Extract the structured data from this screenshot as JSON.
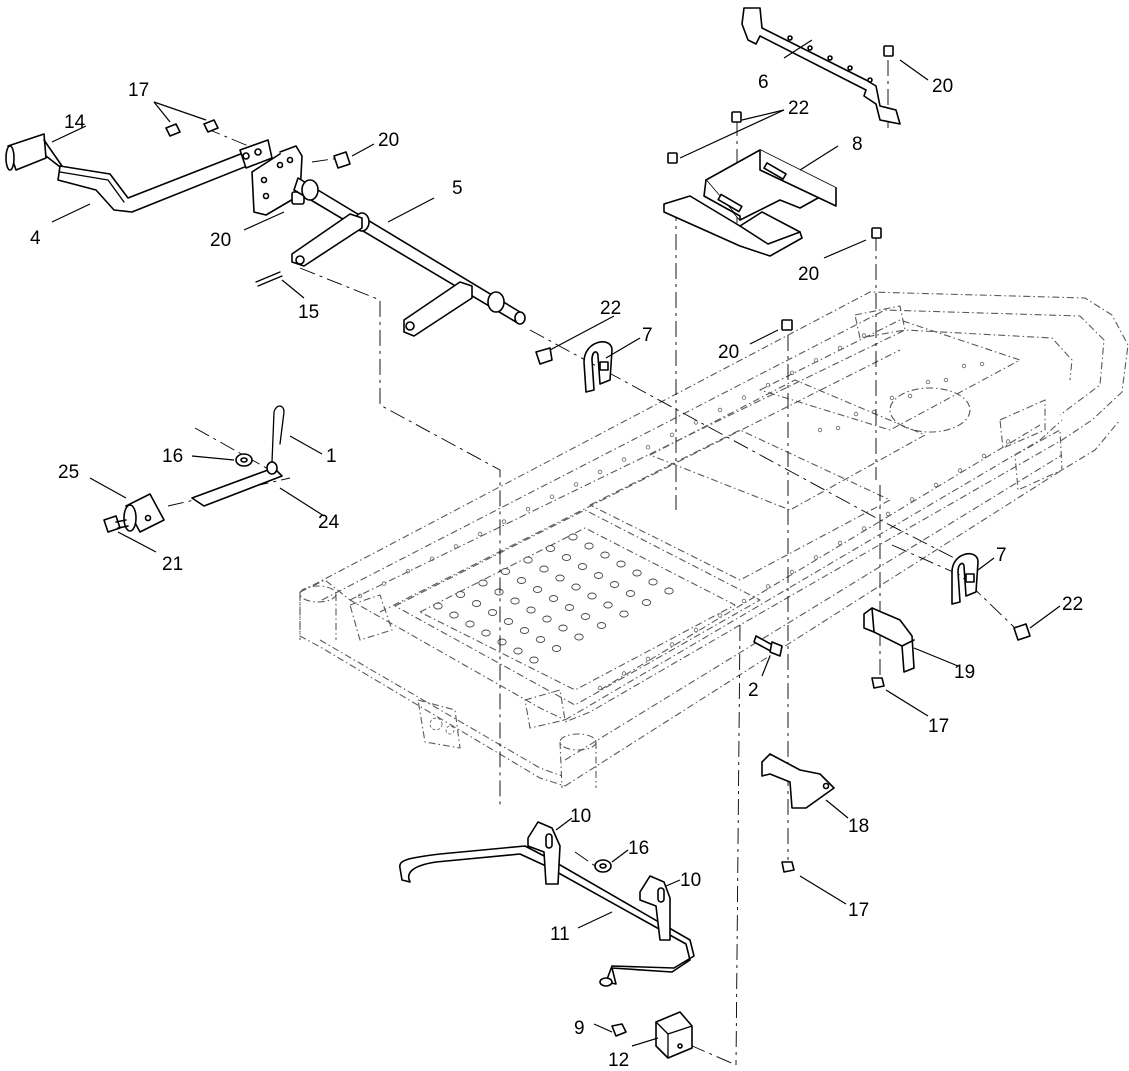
{
  "callouts": [
    {
      "id": "c1",
      "text": "1"
    },
    {
      "id": "c2",
      "text": "2"
    },
    {
      "id": "c4",
      "text": "4"
    },
    {
      "id": "c5",
      "text": "5"
    },
    {
      "id": "c6",
      "text": "6"
    },
    {
      "id": "c7a",
      "text": "7"
    },
    {
      "id": "c7b",
      "text": "7"
    },
    {
      "id": "c8",
      "text": "8"
    },
    {
      "id": "c9",
      "text": "9"
    },
    {
      "id": "c10a",
      "text": "10"
    },
    {
      "id": "c10b",
      "text": "10"
    },
    {
      "id": "c11",
      "text": "11"
    },
    {
      "id": "c12",
      "text": "12"
    },
    {
      "id": "c14",
      "text": "14"
    },
    {
      "id": "c15",
      "text": "15"
    },
    {
      "id": "c16a",
      "text": "16"
    },
    {
      "id": "c16b",
      "text": "16"
    },
    {
      "id": "c17a",
      "text": "17"
    },
    {
      "id": "c17b",
      "text": "17"
    },
    {
      "id": "c17c",
      "text": "17"
    },
    {
      "id": "c18",
      "text": "18"
    },
    {
      "id": "c19",
      "text": "19"
    },
    {
      "id": "c20a",
      "text": "20"
    },
    {
      "id": "c20b",
      "text": "20"
    },
    {
      "id": "c20c",
      "text": "20"
    },
    {
      "id": "c20d",
      "text": "20"
    },
    {
      "id": "c20e",
      "text": "20"
    },
    {
      "id": "c21",
      "text": "21"
    },
    {
      "id": "c22a",
      "text": "22"
    },
    {
      "id": "c22b",
      "text": "22"
    },
    {
      "id": "c22c",
      "text": "22"
    },
    {
      "id": "c24",
      "text": "24"
    },
    {
      "id": "c25",
      "text": "25"
    }
  ]
}
